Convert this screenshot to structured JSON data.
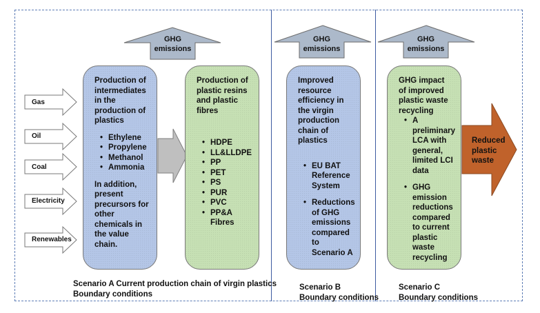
{
  "emissions_arrow_label": [
    "GHG",
    "emissions"
  ],
  "inputs": [
    "Gas",
    "Oil",
    "Coal",
    "Electricity",
    "Renewables"
  ],
  "scenario_a": {
    "intermediates_box": {
      "heading": "Production of intermediates in the production of plastics",
      "items": [
        "Ethylene",
        "Propylene",
        "Methanol",
        "Ammonia"
      ],
      "footer": "In addition, present precursors for other chemicals in the value chain."
    },
    "resins_box": {
      "heading": "Production of plastic resins and plastic fibres",
      "items": [
        "HDPE",
        "LL&LLDPE",
        "PP",
        "PET",
        "PS",
        "PUR",
        "PVC",
        "PP&A Fibres"
      ]
    },
    "caption_line1": "Scenario A  Current production chain of virgin plastics",
    "caption_line2": "Boundary conditions"
  },
  "scenario_b": {
    "box": {
      "heading": "Improved resource efficiency in the virgin production chain of plastics",
      "items": [
        "EU BAT Reference System",
        "Reductions of GHG emissions compared to Scenario A"
      ]
    },
    "caption_line1": "Scenario B",
    "caption_line2": "Boundary conditions"
  },
  "scenario_c": {
    "box": {
      "heading": "GHG impact of improved plastic waste recycling",
      "items": [
        "A preliminary LCA with general, limited LCI data",
        "GHG emission reductions compared to current plastic waste recycling"
      ]
    },
    "output_arrow_label": "Reduced plastic waste",
    "caption_line1": "Scenario C",
    "caption_line2": "Boundary conditions"
  },
  "colors": {
    "blue_box": "#b4c6e7",
    "green_box": "#c6e0b4",
    "emission_arrow": "#acb9ca",
    "flow_arrow": "#bfbfbf",
    "waste_arrow": "#c0622b",
    "frame": "#5b7bb5"
  }
}
